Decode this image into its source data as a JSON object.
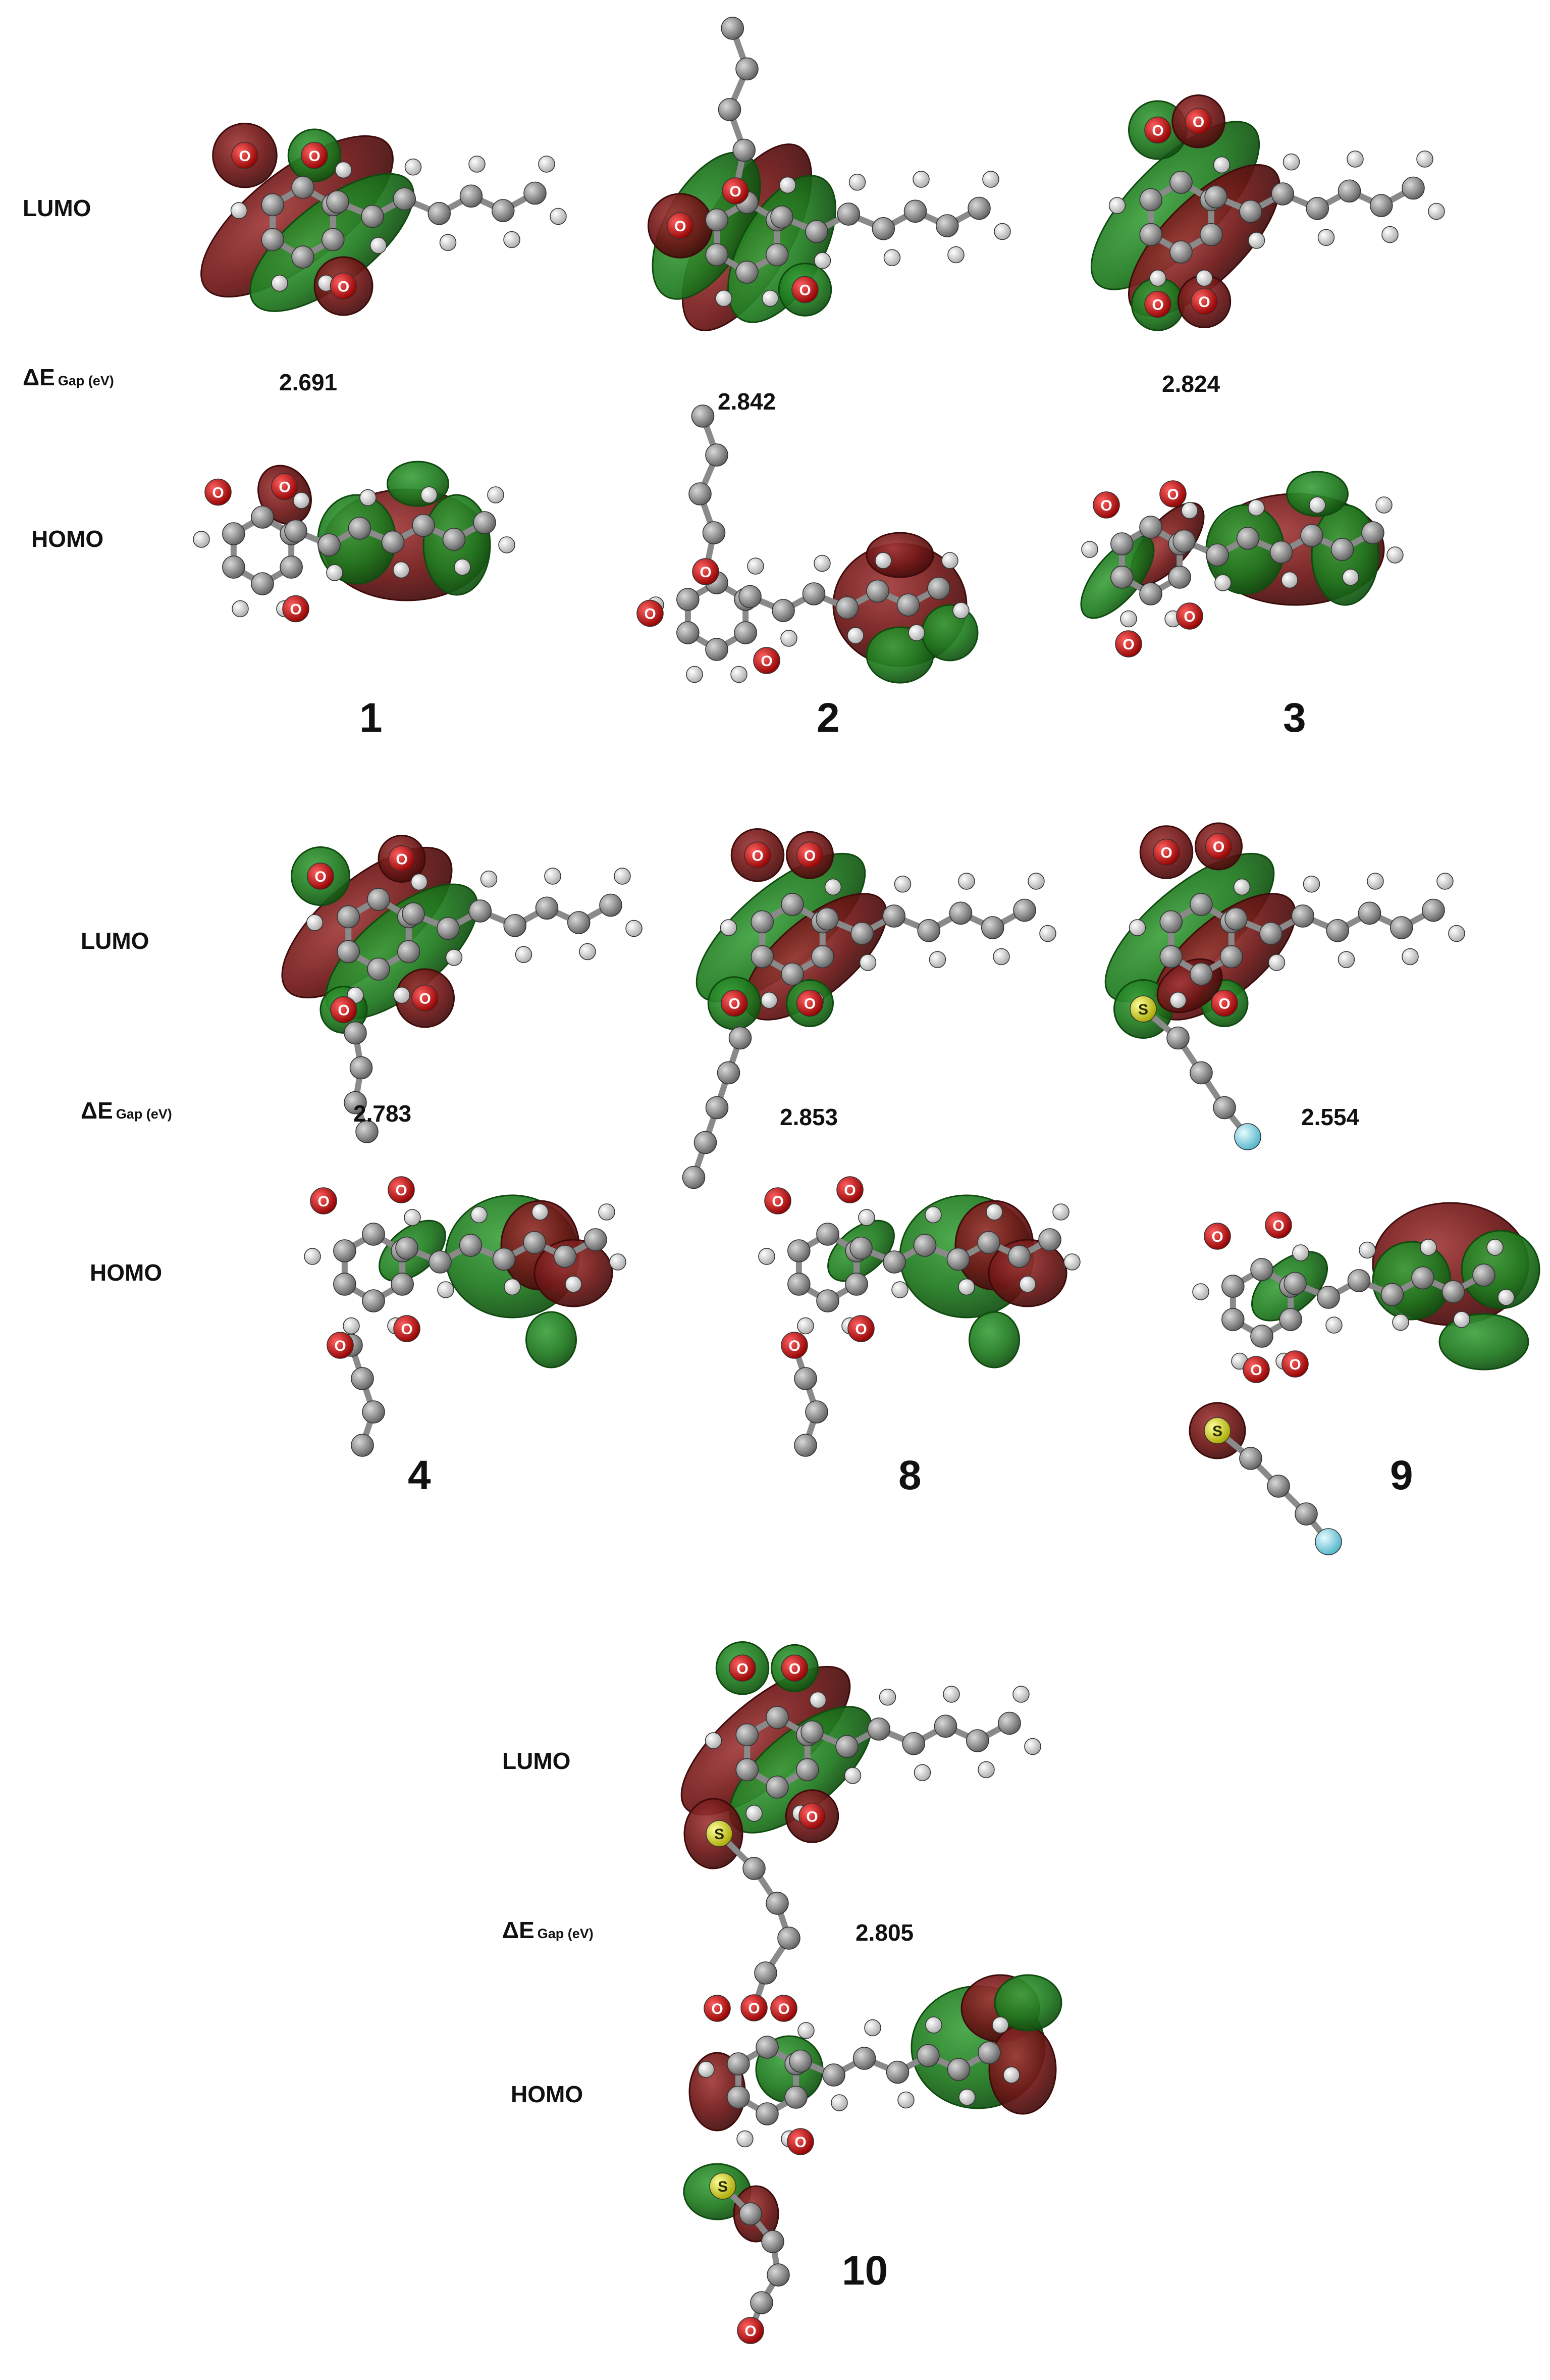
{
  "labels": {
    "lumo": "LUMO",
    "homo": "HOMO",
    "gap_delta": "ΔE",
    "gap_sub": "Gap (eV)"
  },
  "compounds": [
    {
      "id": "1",
      "gap": "2.691"
    },
    {
      "id": "2",
      "gap": "2.842"
    },
    {
      "id": "3",
      "gap": "2.824"
    },
    {
      "id": "4",
      "gap": "2.783"
    },
    {
      "id": "8",
      "gap": "2.853"
    },
    {
      "id": "9",
      "gap": "2.554"
    },
    {
      "id": "10",
      "gap": "2.805"
    }
  ],
  "atom_label": "O",
  "sulfur_label": "S",
  "colors": {
    "lobe_red": "#6e1616",
    "lobe_green": "#1f7a1f",
    "atom_oxygen": "#d40000",
    "atom_carbon": "#8c8c8c",
    "atom_hydrogen": "#eeeeee",
    "atom_sulfur": "#d8d820",
    "atom_fluorine": "#7fd6e8"
  }
}
